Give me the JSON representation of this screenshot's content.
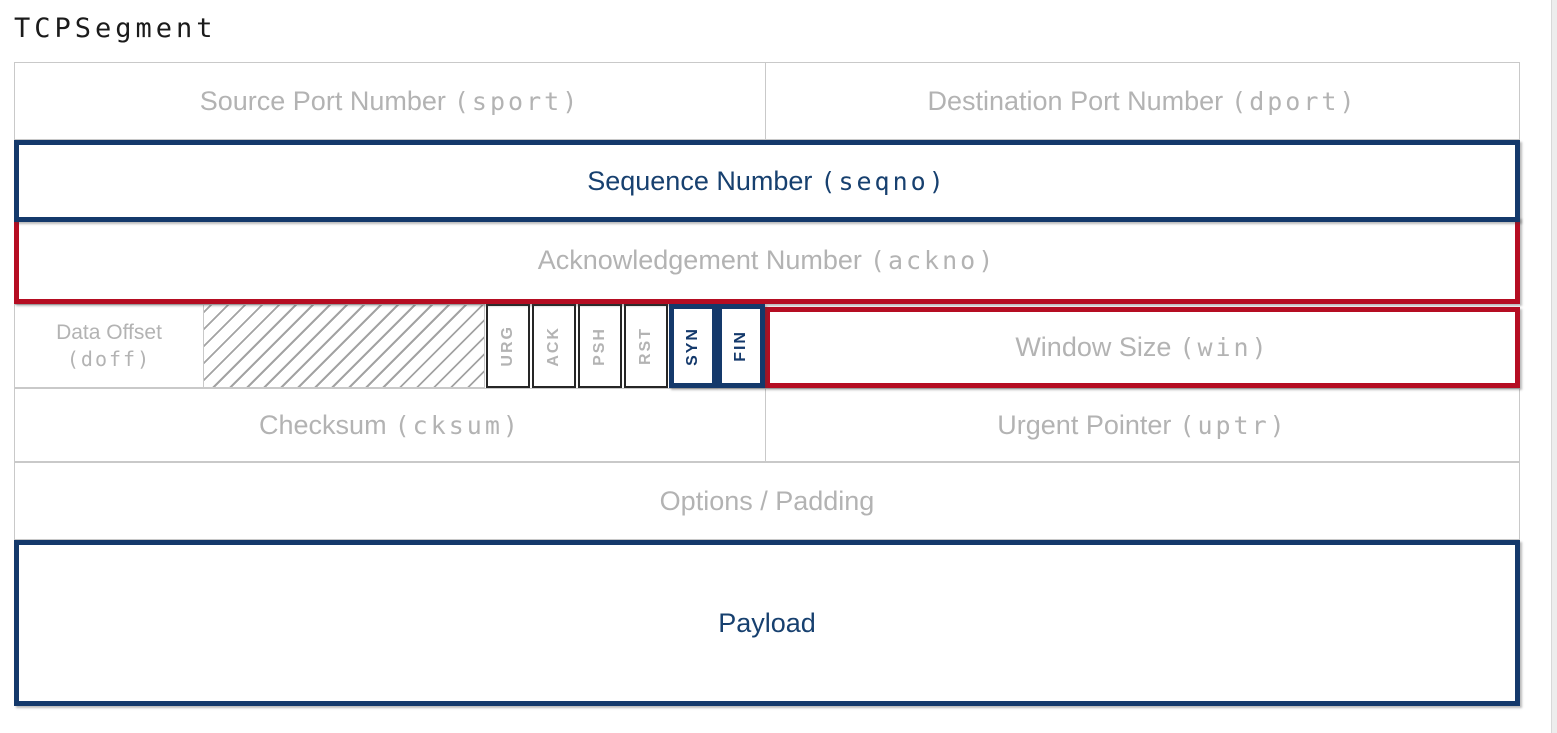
{
  "title": "TCPSegment",
  "colors": {
    "navy": "#14396b",
    "red": "#b50d22",
    "gray_text": "#b3b3b3",
    "cell_border": "#c9c9c9",
    "flag_border": "#262626",
    "hatch_line": "#a3a3a3"
  },
  "fields": {
    "source_port": {
      "label": "Source Port Number",
      "code": "sport"
    },
    "dest_port": {
      "label": "Destination Port Number",
      "code": "dport"
    },
    "sequence": {
      "label": "Sequence Number",
      "code": "seqno"
    },
    "acknowledgement": {
      "label": "Acknowledgement Number",
      "code": "ackno"
    },
    "data_offset": {
      "label": "Data Offset",
      "code": "(doff)"
    },
    "flags": [
      {
        "label": "URG",
        "highlighted": false
      },
      {
        "label": "ACK",
        "highlighted": false
      },
      {
        "label": "PSH",
        "highlighted": false
      },
      {
        "label": "RST",
        "highlighted": false
      },
      {
        "label": "SYN",
        "highlighted": true
      },
      {
        "label": "FIN",
        "highlighted": true
      }
    ],
    "window": {
      "label": "Window Size",
      "code": "win"
    },
    "checksum": {
      "label": "Checksum",
      "code": "cksum"
    },
    "urgent_pointer": {
      "label": "Urgent Pointer",
      "code": "uptr"
    },
    "options": {
      "label": "Options / Padding"
    },
    "payload": {
      "label": "Payload"
    }
  }
}
